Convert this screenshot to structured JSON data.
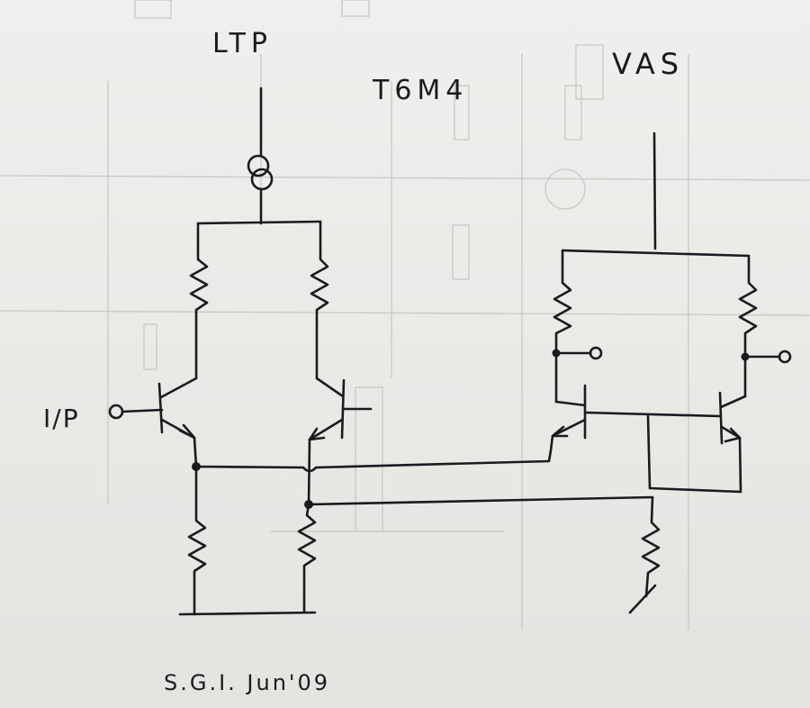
{
  "diagram": {
    "labels": {
      "ltp": "LTP",
      "code": "T6M4",
      "vas": "VAS",
      "input": "I/P",
      "signature": "S.G.I.   Jun'09"
    },
    "colors": {
      "ink": "#1b1b1f",
      "paper": "#ecebe8"
    }
  }
}
